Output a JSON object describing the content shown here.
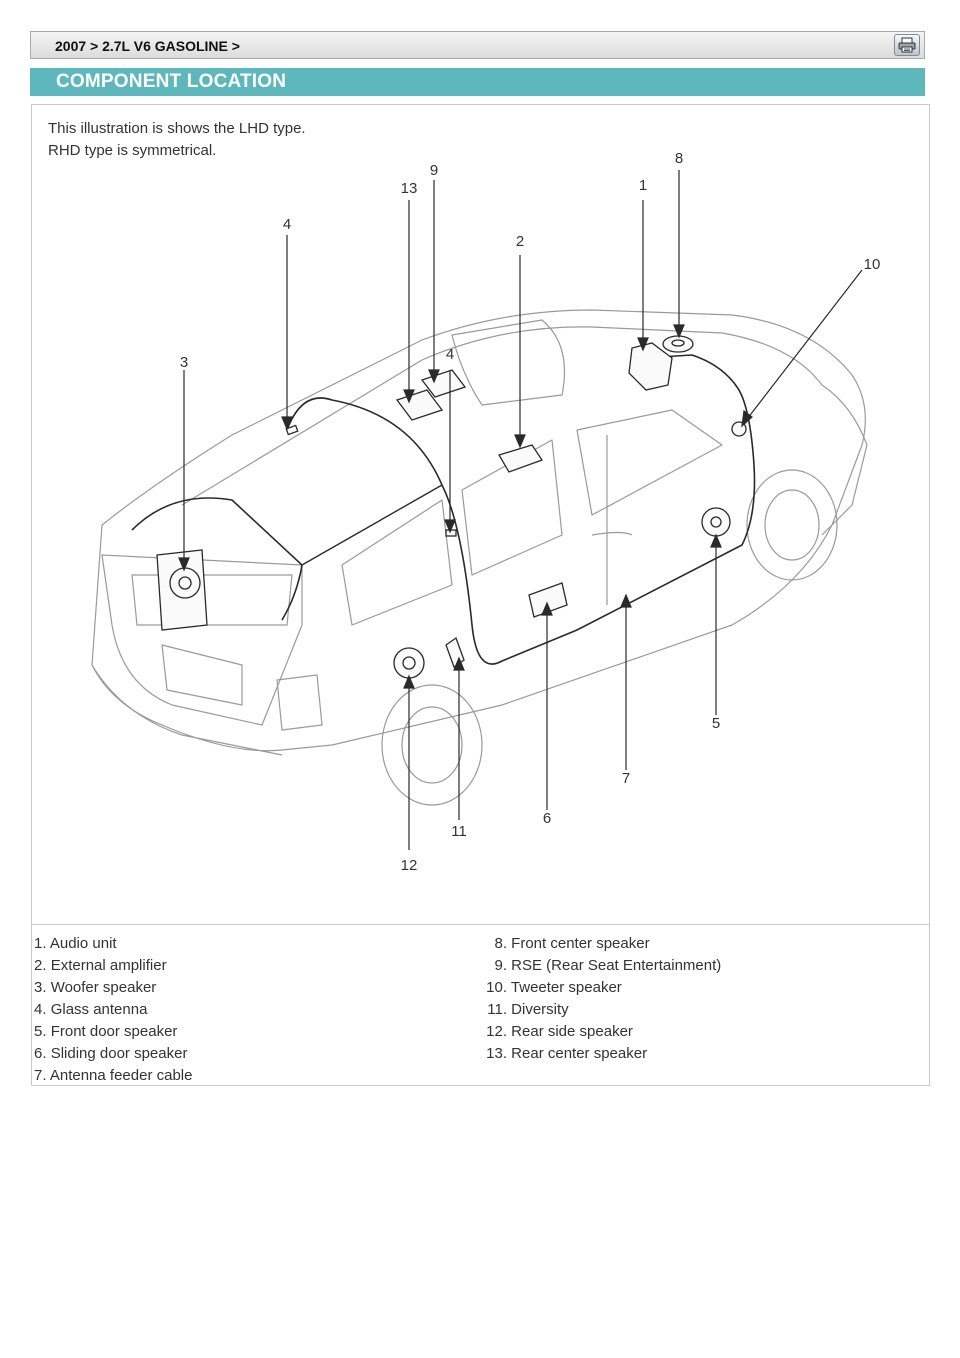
{
  "header": {
    "breadcrumb": "2007 > 2.7L V6 GASOLINE >",
    "print_icon": "printer-icon"
  },
  "section": {
    "title": "COMPONENT LOCATION"
  },
  "figure": {
    "note_lines": [
      "This illustration is shows the LHD type.",
      "RHD type is symmetrical."
    ],
    "callouts": [
      "1",
      "2",
      "3",
      "4",
      "4",
      "5",
      "6",
      "7",
      "8",
      "9",
      "10",
      "11",
      "12",
      "13"
    ]
  },
  "legend": {
    "left": [
      {
        "num": "1.",
        "text": "Audio unit"
      },
      {
        "num": "2.",
        "text": "External amplifier"
      },
      {
        "num": "3.",
        "text": "Woofer speaker"
      },
      {
        "num": "4.",
        "text": "Glass antenna"
      },
      {
        "num": "5.",
        "text": "Front door speaker"
      },
      {
        "num": "6.",
        "text": "Sliding door speaker"
      },
      {
        "num": "7.",
        "text": "Antenna feeder cable"
      }
    ],
    "right": [
      {
        "num": "8.",
        "text": "Front center speaker"
      },
      {
        "num": "9.",
        "text": "RSE (Rear Seat Entertainment)"
      },
      {
        "num": "10.",
        "text": "Tweeter speaker"
      },
      {
        "num": "11.",
        "text": "Diversity"
      },
      {
        "num": "12.",
        "text": "Rear side speaker"
      },
      {
        "num": "13.",
        "text": "Rear center speaker"
      }
    ]
  },
  "colors": {
    "section_bar": "#5db7bd",
    "border": "#c9c9c9",
    "line": "#333333"
  }
}
